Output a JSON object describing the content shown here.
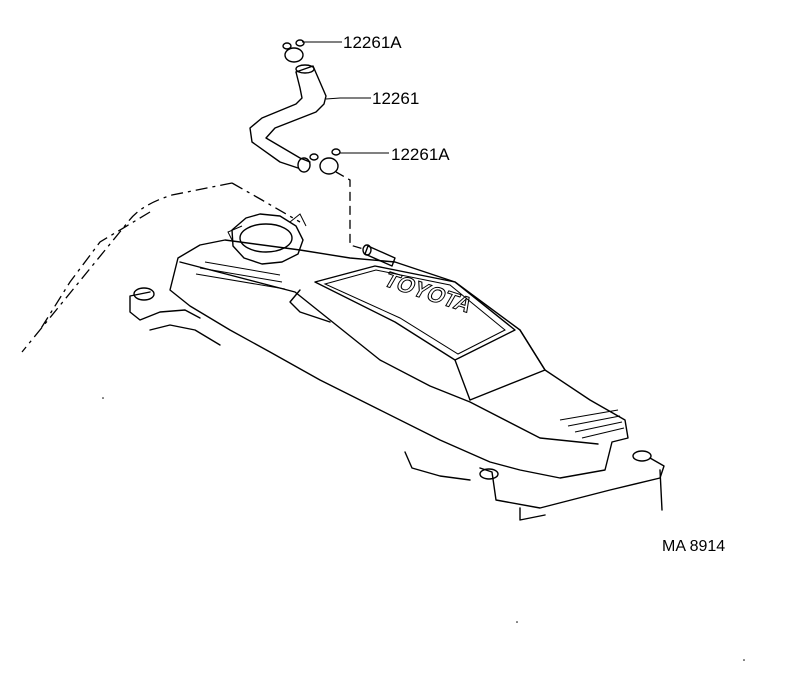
{
  "callouts": [
    {
      "part_number": "12261A"
    },
    {
      "part_number": "12261"
    },
    {
      "part_number": "12261A"
    }
  ],
  "illustration_code": "MA 8914",
  "cover_logo_text": "TOYOTA"
}
